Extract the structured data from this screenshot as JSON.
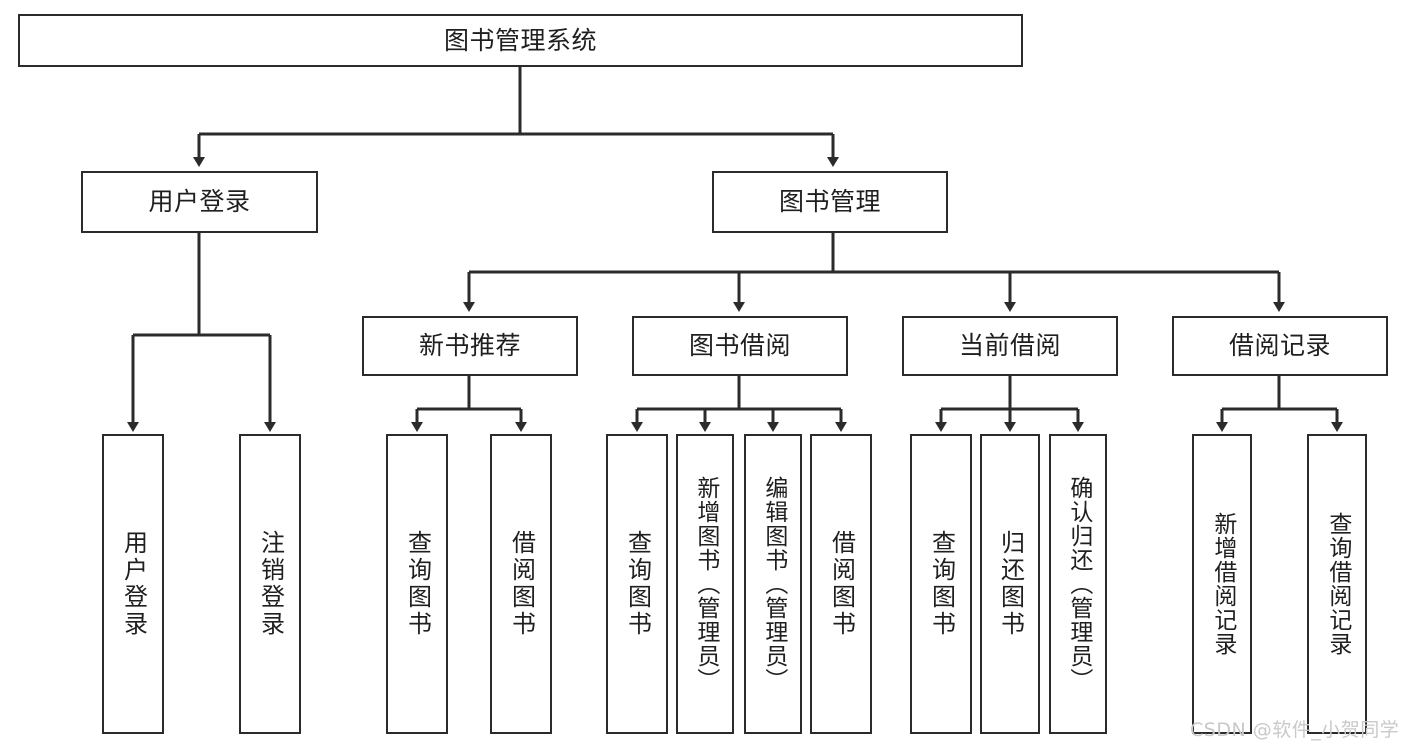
{
  "diagram": {
    "title": "图书管理系统",
    "type": "hierarchy-tree",
    "background": "#ffffff",
    "line_color": "#2b2b2b",
    "box_border_color": "#2b2b2b",
    "text_color": "#1f1f1f"
  },
  "nodes": {
    "root": {
      "label": "图书管理系统",
      "level": 1
    },
    "level2": [
      {
        "id": "user-login",
        "label": "用户登录"
      },
      {
        "id": "book-management",
        "label": "图书管理"
      }
    ],
    "level3": [
      {
        "id": "new-book-recommend",
        "label": "新书推荐"
      },
      {
        "id": "book-borrow",
        "label": "图书借阅"
      },
      {
        "id": "current-borrow",
        "label": "当前借阅"
      },
      {
        "id": "borrow-record",
        "label": "借阅记录"
      }
    ],
    "leaves": [
      {
        "id": "leaf-user-login",
        "label": "用户登录",
        "parent": "user-login"
      },
      {
        "id": "leaf-logout-login",
        "label": "注销登录",
        "parent": "user-login"
      },
      {
        "id": "leaf-query-book-1",
        "label": "查询图书",
        "parent": "new-book-recommend"
      },
      {
        "id": "leaf-borrow-book-1",
        "label": "借阅图书",
        "parent": "new-book-recommend"
      },
      {
        "id": "leaf-query-book-2",
        "label": "查询图书",
        "parent": "book-borrow"
      },
      {
        "id": "leaf-add-book",
        "label": "新增图书（管理员）",
        "parent": "book-borrow"
      },
      {
        "id": "leaf-edit-book",
        "label": "编辑图书（管理员）",
        "parent": "book-borrow"
      },
      {
        "id": "leaf-borrow-book-2",
        "label": "借阅图书",
        "parent": "book-borrow"
      },
      {
        "id": "leaf-query-book-3",
        "label": "查询图书",
        "parent": "current-borrow"
      },
      {
        "id": "leaf-return-book",
        "label": "归还图书",
        "parent": "current-borrow"
      },
      {
        "id": "leaf-confirm-return",
        "label": "确认归还（管理员）",
        "parent": "current-borrow"
      },
      {
        "id": "leaf-add-borrow-record",
        "label": "新增借阅记录",
        "parent": "borrow-record"
      },
      {
        "id": "leaf-query-borrow-record",
        "label": "查询借阅记录",
        "parent": "borrow-record"
      }
    ]
  },
  "watermark": {
    "text": "CSDN @软件_小贺同学"
  }
}
